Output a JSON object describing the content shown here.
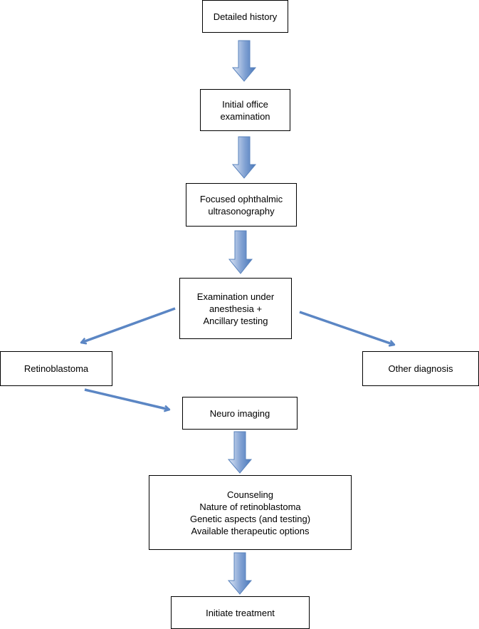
{
  "nodes": {
    "detailed_history": {
      "lines": [
        "Detailed history"
      ]
    },
    "initial_exam": {
      "lines": [
        "Initial office",
        "examination"
      ]
    },
    "ultrasonography": {
      "lines": [
        "Focused ophthalmic",
        "ultrasonography"
      ]
    },
    "eua": {
      "lines": [
        "Examination under",
        "anesthesia +",
        "Ancillary testing"
      ]
    },
    "retinoblastoma": {
      "lines": [
        "Retinoblastoma"
      ]
    },
    "other_diagnosis": {
      "lines": [
        "Other diagnosis"
      ]
    },
    "neuro_imaging": {
      "lines": [
        "Neuro imaging"
      ]
    },
    "counseling": {
      "lines": [
        "Counseling",
        "Nature of retinoblastoma",
        "Genetic aspects (and testing)",
        "Available therapeutic options"
      ]
    },
    "initiate_treatment": {
      "lines": [
        "Initiate treatment"
      ]
    }
  },
  "colors": {
    "arrow_fill_light": "#c9d6ec",
    "arrow_fill_dark": "#4f7fc0",
    "arrow_stroke": "#5a83bd",
    "line_arrow": "#5b86c4",
    "box_border": "#000000"
  }
}
